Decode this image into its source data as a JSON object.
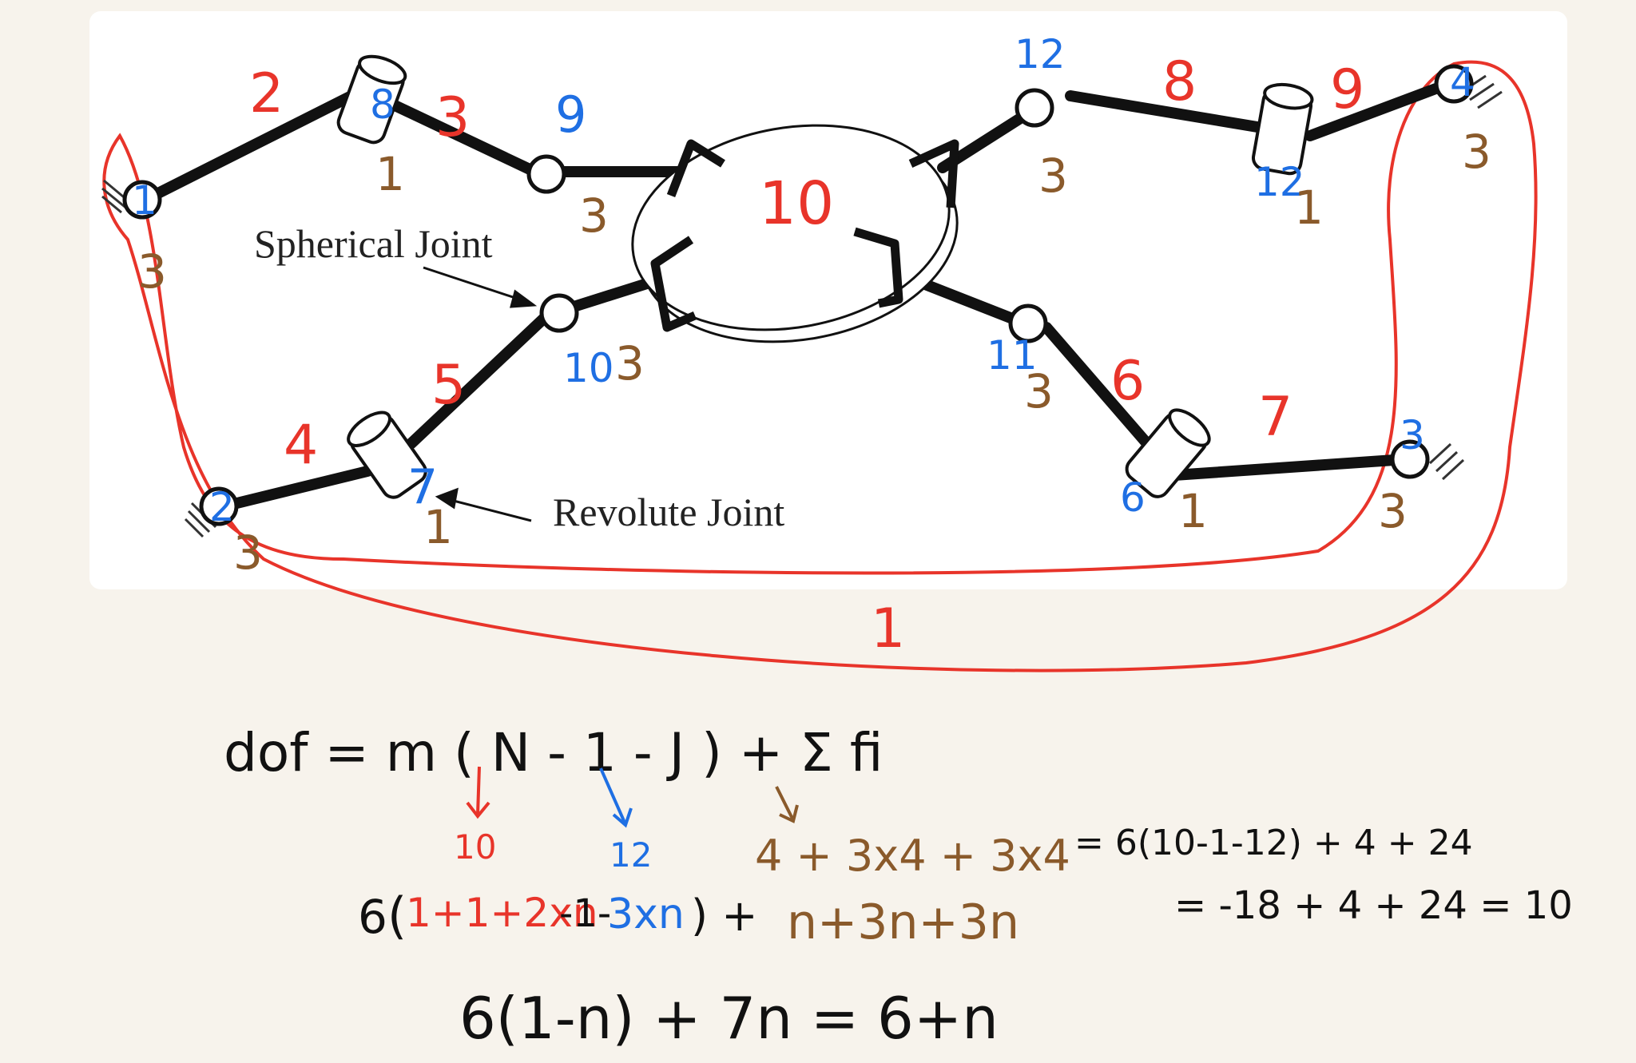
{
  "printed_labels": {
    "spherical": "Spherical Joint",
    "revolute": "Revolute Joint"
  },
  "link_numbers": [
    "2",
    "3",
    "4",
    "5",
    "6",
    "7",
    "8",
    "9",
    "10",
    "1"
  ],
  "joint_numbers": [
    "1",
    "2",
    "3",
    "4",
    "6",
    "7",
    "8",
    "9",
    "10",
    "11",
    "12"
  ],
  "joint_dofs": [
    "3",
    "1"
  ],
  "equation": {
    "line1": "dof = m ( N - 1 - J ) + Σ fi",
    "n_value": "10",
    "j_value": "12",
    "f_sum": "4 + 3x4 + 3x4",
    "result_a": "= 6(10-1-12) + 4 + 24",
    "result_b": "= -18 + 4 + 24 = 10",
    "general_pre": "6",
    "general_red": "1+1+2xn",
    "general_mid": "-1-",
    "general_blue": "3xn",
    "general_post": ") +",
    "general_brown": "n+3n+3n",
    "final": "6(1-n) + 7n = 6+n"
  },
  "colors": {
    "links": "#e8342a",
    "joints": "#1f6fe3",
    "dofs": "#8a5a2b",
    "ink": "#111111",
    "background": "#f7f3ec",
    "panel": "#ffffff"
  }
}
